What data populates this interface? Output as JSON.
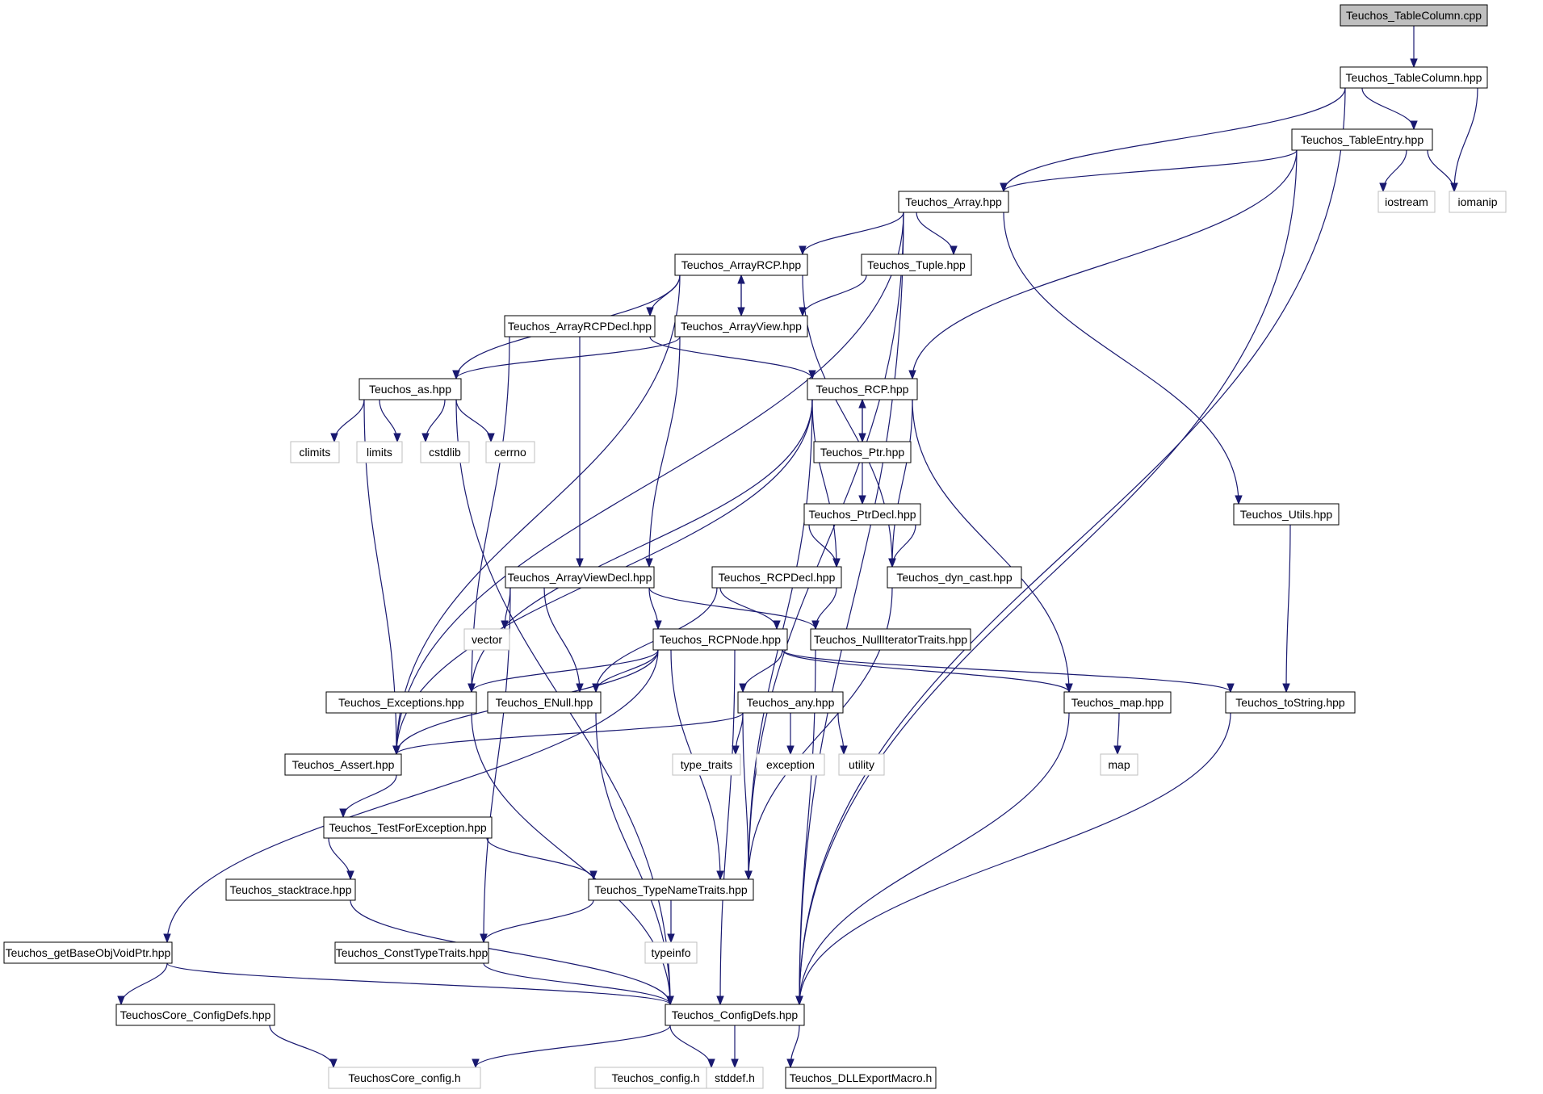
{
  "diagram": {
    "title": "",
    "nodes": [
      {
        "id": "TableColumn_cpp",
        "label": "Teuchos_TableColumn.cpp",
        "kind": "root"
      },
      {
        "id": "TableColumn_hpp",
        "label": "Teuchos_TableColumn.hpp",
        "kind": "header"
      },
      {
        "id": "TableEntry",
        "label": "Teuchos_TableEntry.hpp",
        "kind": "header"
      },
      {
        "id": "Array",
        "label": "Teuchos_Array.hpp",
        "kind": "header"
      },
      {
        "id": "iostream",
        "label": "iostream",
        "kind": "external"
      },
      {
        "id": "iomanip",
        "label": "iomanip",
        "kind": "external"
      },
      {
        "id": "ArrayRCP",
        "label": "Teuchos_ArrayRCP.hpp",
        "kind": "header"
      },
      {
        "id": "Tuple",
        "label": "Teuchos_Tuple.hpp",
        "kind": "header"
      },
      {
        "id": "ArrayRCPDecl",
        "label": "Teuchos_ArrayRCPDecl.hpp",
        "kind": "header"
      },
      {
        "id": "ArrayView",
        "label": "Teuchos_ArrayView.hpp",
        "kind": "header"
      },
      {
        "id": "as",
        "label": "Teuchos_as.hpp",
        "kind": "header"
      },
      {
        "id": "RCP",
        "label": "Teuchos_RCP.hpp",
        "kind": "header"
      },
      {
        "id": "climits",
        "label": "climits",
        "kind": "external"
      },
      {
        "id": "limits",
        "label": "limits",
        "kind": "external"
      },
      {
        "id": "cstdlib",
        "label": "cstdlib",
        "kind": "external"
      },
      {
        "id": "cerrno",
        "label": "cerrno",
        "kind": "external"
      },
      {
        "id": "Ptr",
        "label": "Teuchos_Ptr.hpp",
        "kind": "header"
      },
      {
        "id": "PtrDecl",
        "label": "Teuchos_PtrDecl.hpp",
        "kind": "header"
      },
      {
        "id": "Utils",
        "label": "Teuchos_Utils.hpp",
        "kind": "header"
      },
      {
        "id": "ArrayViewDecl",
        "label": "Teuchos_ArrayViewDecl.hpp",
        "kind": "header"
      },
      {
        "id": "RCPDecl",
        "label": "Teuchos_RCPDecl.hpp",
        "kind": "header"
      },
      {
        "id": "dyn_cast",
        "label": "Teuchos_dyn_cast.hpp",
        "kind": "header"
      },
      {
        "id": "vector",
        "label": "vector",
        "kind": "external"
      },
      {
        "id": "RCPNode",
        "label": "Teuchos_RCPNode.hpp",
        "kind": "header"
      },
      {
        "id": "NullIter",
        "label": "Teuchos_NullIteratorTraits.hpp",
        "kind": "header"
      },
      {
        "id": "Exceptions",
        "label": "Teuchos_Exceptions.hpp",
        "kind": "header"
      },
      {
        "id": "ENull",
        "label": "Teuchos_ENull.hpp",
        "kind": "header"
      },
      {
        "id": "any",
        "label": "Teuchos_any.hpp",
        "kind": "header"
      },
      {
        "id": "map_hpp",
        "label": "Teuchos_map.hpp",
        "kind": "header"
      },
      {
        "id": "toString",
        "label": "Teuchos_toString.hpp",
        "kind": "header"
      },
      {
        "id": "Assert",
        "label": "Teuchos_Assert.hpp",
        "kind": "header"
      },
      {
        "id": "type_traits",
        "label": "type_traits",
        "kind": "external"
      },
      {
        "id": "exception",
        "label": "exception",
        "kind": "external"
      },
      {
        "id": "utility",
        "label": "utility",
        "kind": "external"
      },
      {
        "id": "map",
        "label": "map",
        "kind": "external"
      },
      {
        "id": "TestForException",
        "label": "Teuchos_TestForException.hpp",
        "kind": "header"
      },
      {
        "id": "stacktrace",
        "label": "Teuchos_stacktrace.hpp",
        "kind": "header"
      },
      {
        "id": "TypeNameTraits",
        "label": "Teuchos_TypeNameTraits.hpp",
        "kind": "header"
      },
      {
        "id": "getBaseObj",
        "label": "Teuchos_getBaseObjVoidPtr.hpp",
        "kind": "header"
      },
      {
        "id": "ConstTypeTraits",
        "label": "Teuchos_ConstTypeTraits.hpp",
        "kind": "header"
      },
      {
        "id": "typeinfo",
        "label": "typeinfo",
        "kind": "external"
      },
      {
        "id": "CoreConfigDefs",
        "label": "TeuchosCore_ConfigDefs.hpp",
        "kind": "header"
      },
      {
        "id": "ConfigDefs",
        "label": "Teuchos_ConfigDefs.hpp",
        "kind": "header"
      },
      {
        "id": "CoreConfig_h",
        "label": "TeuchosCore_config.h",
        "kind": "external"
      },
      {
        "id": "config_h",
        "label": "Teuchos_config.h",
        "kind": "external"
      },
      {
        "id": "stddef",
        "label": "stddef.h",
        "kind": "external"
      },
      {
        "id": "DLLExport",
        "label": "Teuchos_DLLExportMacro.h",
        "kind": "header"
      }
    ],
    "edges": [
      [
        "TableColumn_cpp",
        "TableColumn_hpp"
      ],
      [
        "TableColumn_hpp",
        "TableEntry"
      ],
      [
        "TableColumn_hpp",
        "Array"
      ],
      [
        "TableColumn_hpp",
        "iomanip"
      ],
      [
        "TableColumn_hpp",
        "ConfigDefs"
      ],
      [
        "TableEntry",
        "Array"
      ],
      [
        "TableEntry",
        "iostream"
      ],
      [
        "TableEntry",
        "iomanip"
      ],
      [
        "TableEntry",
        "RCP"
      ],
      [
        "TableEntry",
        "ConfigDefs"
      ],
      [
        "Array",
        "ArrayRCP"
      ],
      [
        "Array",
        "Tuple"
      ],
      [
        "Array",
        "Assert"
      ],
      [
        "Array",
        "TypeNameTraits"
      ],
      [
        "Array",
        "Utils"
      ],
      [
        "Array",
        "ConfigDefs"
      ],
      [
        "ArrayRCP",
        "ArrayRCPDecl"
      ],
      [
        "ArrayRCP",
        "ArrayView"
      ],
      [
        "ArrayRCP",
        "as"
      ],
      [
        "ArrayRCP",
        "dyn_cast"
      ],
      [
        "ArrayRCP",
        "Assert"
      ],
      [
        "ArrayView",
        "ArrayRCP"
      ],
      [
        "ArrayView",
        "as"
      ],
      [
        "ArrayView",
        "ArrayViewDecl"
      ],
      [
        "Tuple",
        "ArrayView"
      ],
      [
        "ArrayRCPDecl",
        "RCP"
      ],
      [
        "ArrayRCPDecl",
        "ArrayViewDecl"
      ],
      [
        "ArrayRCPDecl",
        "Exceptions"
      ],
      [
        "as",
        "climits"
      ],
      [
        "as",
        "limits"
      ],
      [
        "as",
        "cstdlib"
      ],
      [
        "as",
        "cerrno"
      ],
      [
        "as",
        "Assert"
      ],
      [
        "as",
        "ConfigDefs"
      ],
      [
        "RCP",
        "Ptr"
      ],
      [
        "RCP",
        "RCPDecl"
      ],
      [
        "RCP",
        "dyn_cast"
      ],
      [
        "RCP",
        "map_hpp"
      ],
      [
        "RCP",
        "TypeNameTraits"
      ],
      [
        "RCP",
        "Exceptions"
      ],
      [
        "RCP",
        "Assert"
      ],
      [
        "Ptr",
        "RCP"
      ],
      [
        "Ptr",
        "PtrDecl"
      ],
      [
        "PtrDecl",
        "RCPDecl"
      ],
      [
        "PtrDecl",
        "dyn_cast"
      ],
      [
        "Utils",
        "toString"
      ],
      [
        "ArrayViewDecl",
        "vector"
      ],
      [
        "ArrayViewDecl",
        "ENull"
      ],
      [
        "ArrayViewDecl",
        "RCPNode"
      ],
      [
        "ArrayViewDecl",
        "NullIter"
      ],
      [
        "ArrayViewDecl",
        "ConstTypeTraits"
      ],
      [
        "RCPDecl",
        "RCPNode"
      ],
      [
        "RCPDecl",
        "NullIter"
      ],
      [
        "RCPDecl",
        "ENull"
      ],
      [
        "dyn_cast",
        "TypeNameTraits"
      ],
      [
        "RCPNode",
        "Exceptions"
      ],
      [
        "RCPNode",
        "ENull"
      ],
      [
        "RCPNode",
        "any"
      ],
      [
        "RCPNode",
        "map_hpp"
      ],
      [
        "RCPNode",
        "toString"
      ],
      [
        "RCPNode",
        "Assert"
      ],
      [
        "RCPNode",
        "TypeNameTraits"
      ],
      [
        "RCPNode",
        "getBaseObj"
      ],
      [
        "RCPNode",
        "ConfigDefs"
      ],
      [
        "NullIter",
        "ConfigDefs"
      ],
      [
        "Exceptions",
        "ConfigDefs"
      ],
      [
        "ENull",
        "ConfigDefs"
      ],
      [
        "any",
        "type_traits"
      ],
      [
        "any",
        "exception"
      ],
      [
        "any",
        "utility"
      ],
      [
        "any",
        "Assert"
      ],
      [
        "any",
        "TypeNameTraits"
      ],
      [
        "map_hpp",
        "map"
      ],
      [
        "map_hpp",
        "ConfigDefs"
      ],
      [
        "toString",
        "ConfigDefs"
      ],
      [
        "Assert",
        "TestForException"
      ],
      [
        "TestForException",
        "stacktrace"
      ],
      [
        "TestForException",
        "TypeNameTraits"
      ],
      [
        "stacktrace",
        "ConfigDefs"
      ],
      [
        "TypeNameTraits",
        "ConstTypeTraits"
      ],
      [
        "TypeNameTraits",
        "typeinfo"
      ],
      [
        "getBaseObj",
        "CoreConfigDefs"
      ],
      [
        "getBaseObj",
        "ConfigDefs"
      ],
      [
        "ConstTypeTraits",
        "ConfigDefs"
      ],
      [
        "CoreConfigDefs",
        "CoreConfig_h"
      ],
      [
        "ConfigDefs",
        "CoreConfig_h"
      ],
      [
        "ConfigDefs",
        "config_h"
      ],
      [
        "ConfigDefs",
        "stddef"
      ],
      [
        "ConfigDefs",
        "DLLExport"
      ]
    ],
    "colors": {
      "edge": "#191970",
      "root_fill": "#bfbfbf",
      "header_border": "#000000",
      "external_border": "#bfbfbf",
      "background": "#ffffff"
    }
  }
}
